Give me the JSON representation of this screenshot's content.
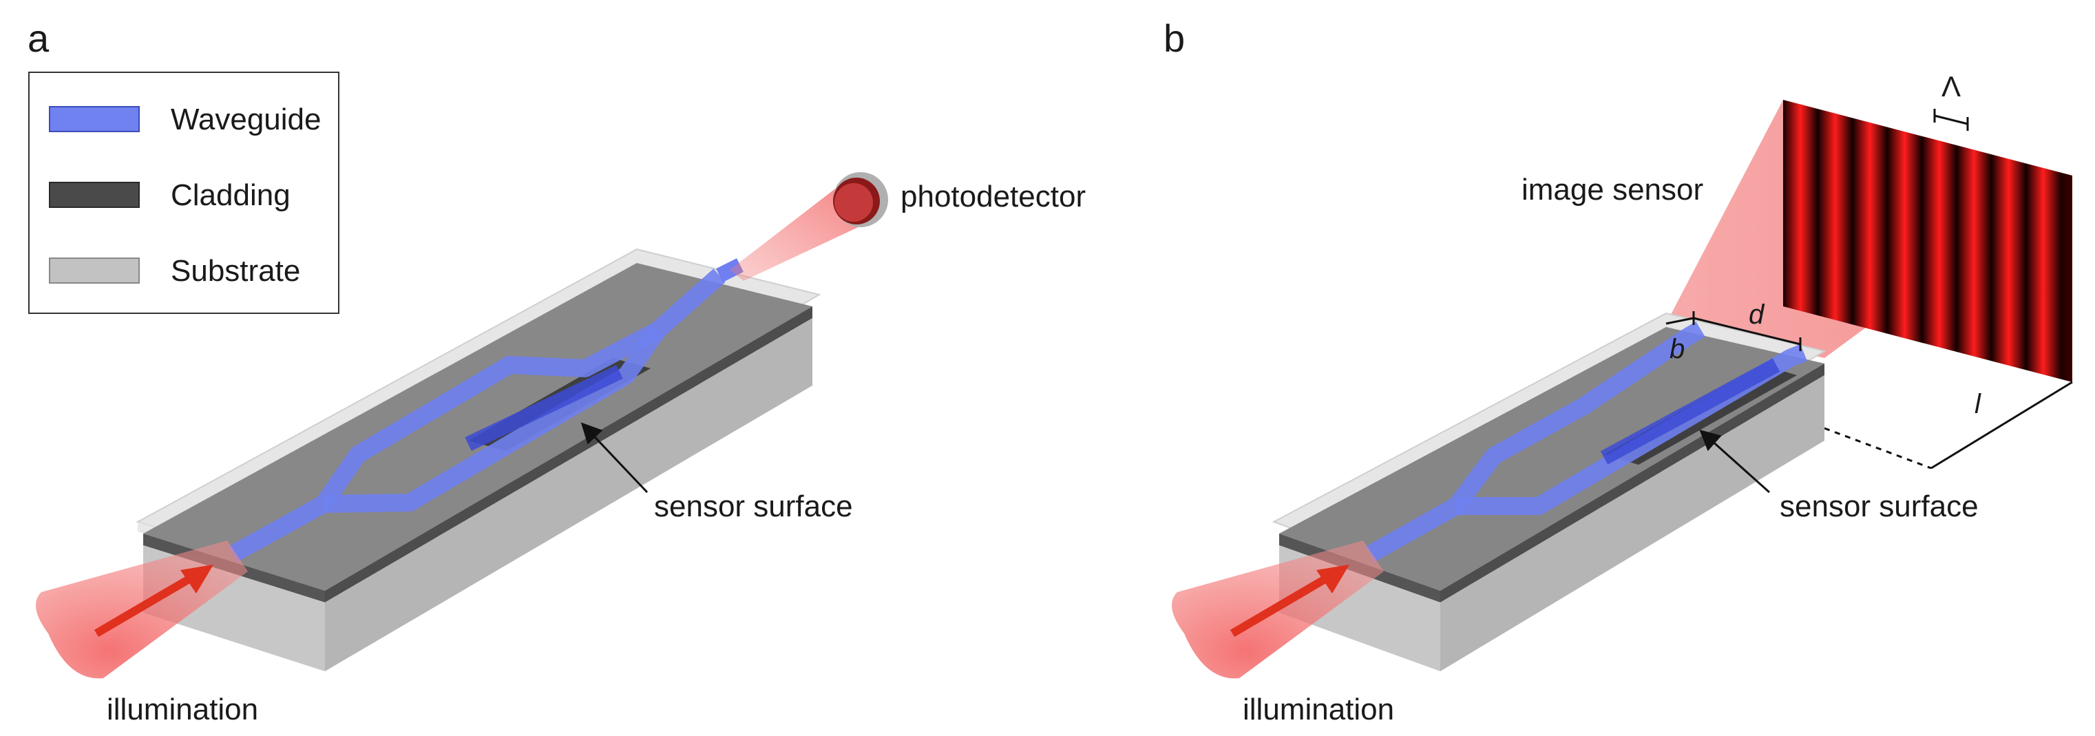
{
  "panels": {
    "a": {
      "letter": "a",
      "legend": [
        {
          "label": "Waveguide",
          "color": "#7082f0"
        },
        {
          "label": "Cladding",
          "color": "#4a4a4a"
        },
        {
          "label": "Substrate",
          "color": "#c2c2c2"
        }
      ],
      "photodetector_label": "photodetector",
      "sensor_surface_label": "sensor surface",
      "illumination_label": "illumination"
    },
    "b": {
      "letter": "b",
      "image_sensor_label": "image sensor",
      "sensor_surface_label": "sensor surface",
      "illumination_label": "illumination",
      "symbol_lambda": "Λ",
      "symbol_d": "d",
      "symbol_b": "b",
      "symbol_l": "l"
    }
  },
  "colors": {
    "waveguide": "#6f7ff0",
    "cladding": "#5a5a5a",
    "substrate": "#c4c4c4",
    "beam": "#f46a6a",
    "arrow": "#e0301e",
    "fringe": "#ff1a1a"
  }
}
